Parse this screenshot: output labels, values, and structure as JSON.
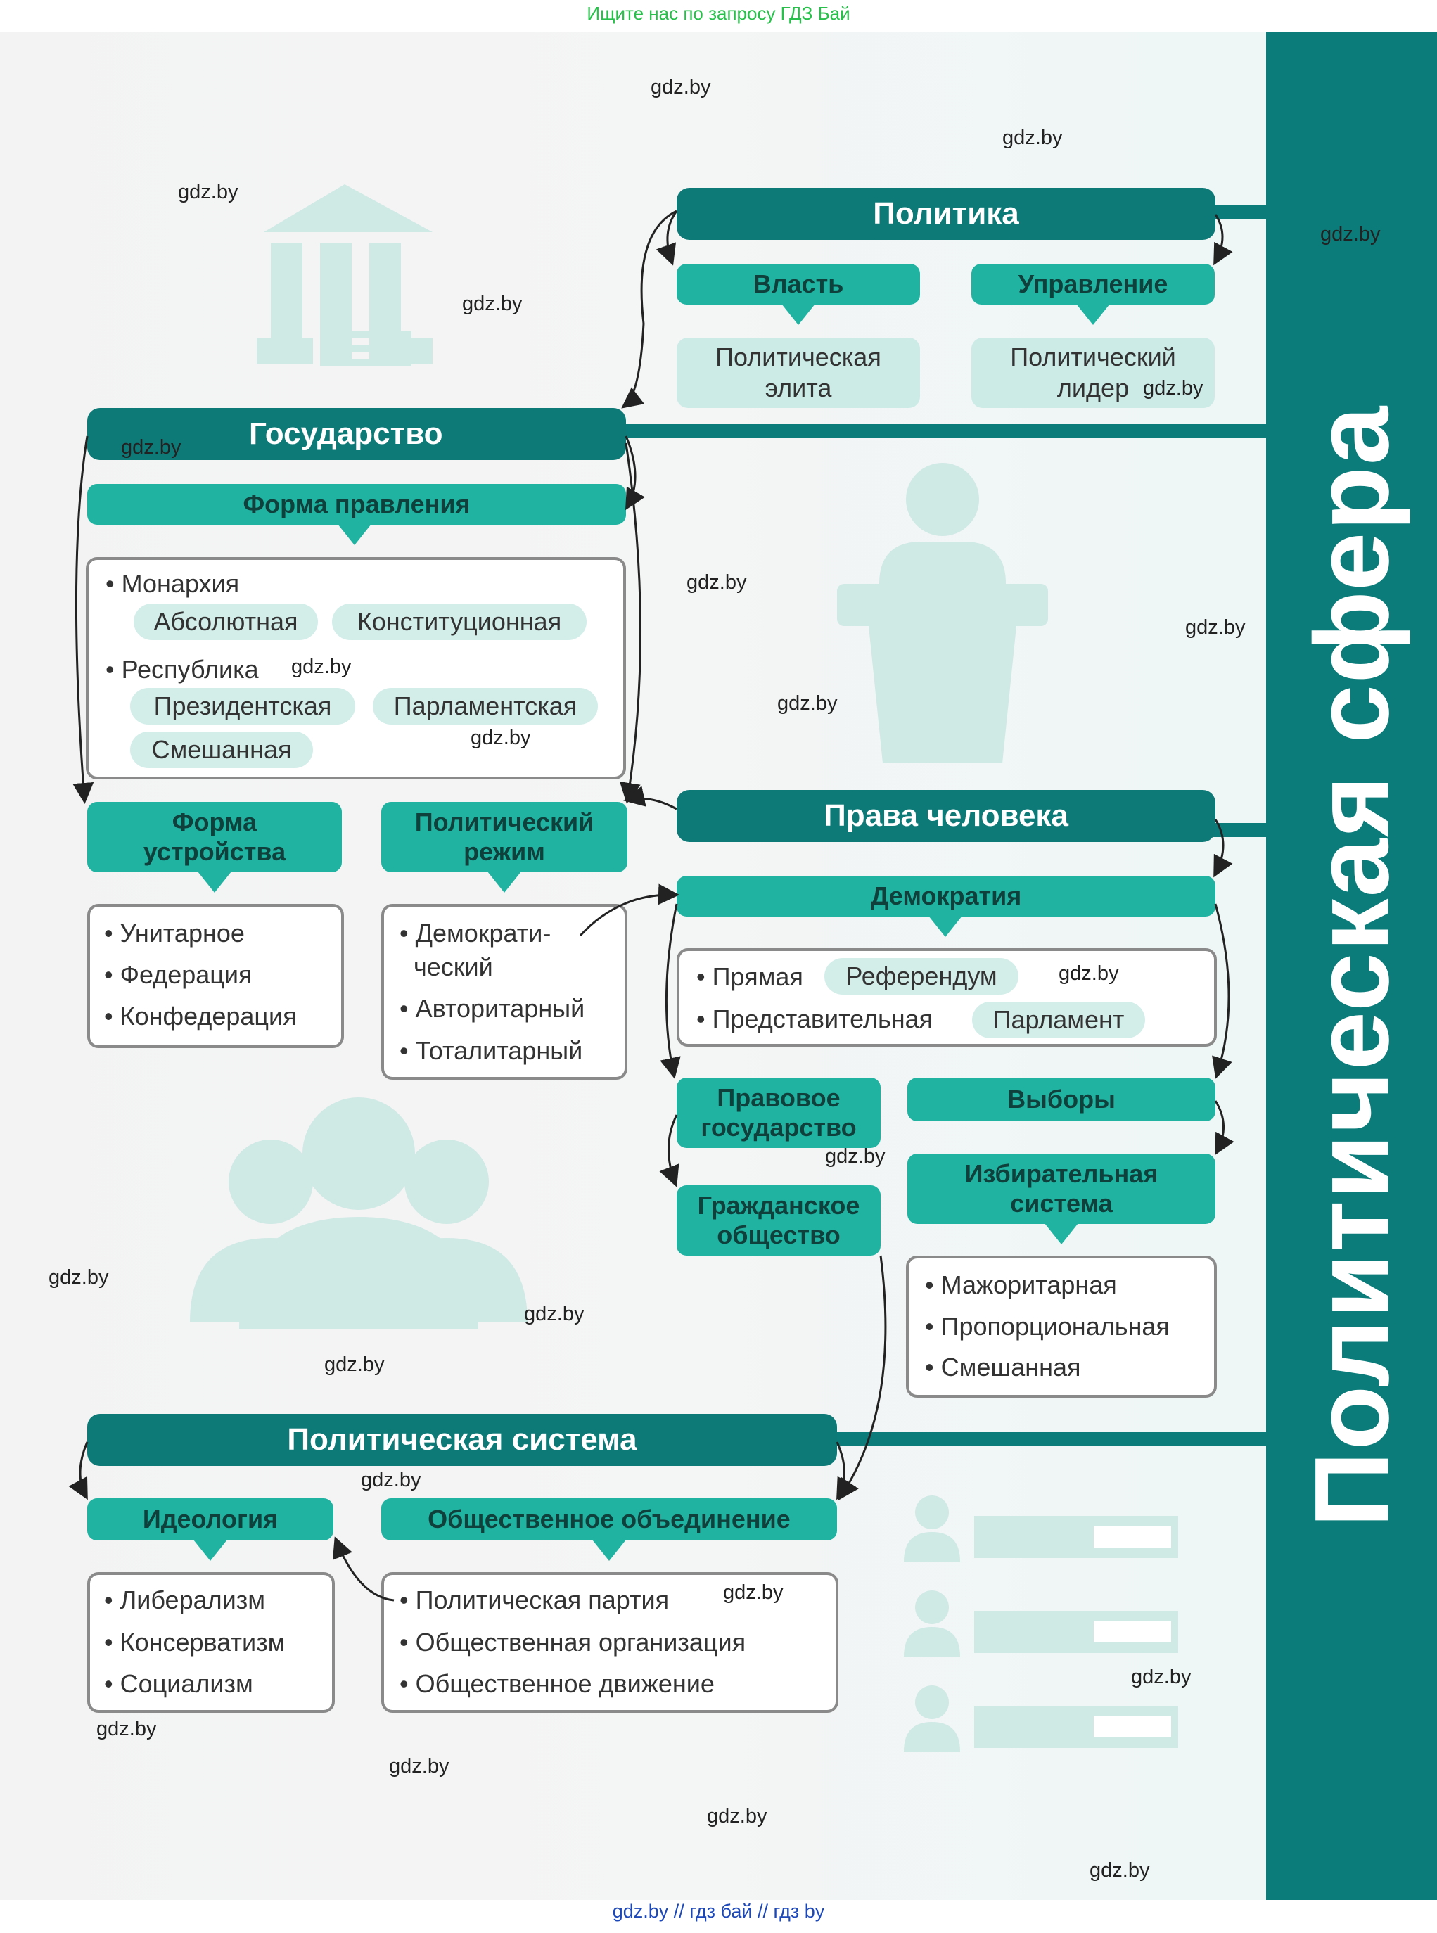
{
  "top_note": "Ищите нас по запросу ГДЗ Бай",
  "bottom_note": "gdz.by  //  гдз бай  //  гдз by",
  "side_title": "Политическая сфера",
  "watermark": "gdz.by",
  "politics": {
    "title": "Политика",
    "power": "Власть",
    "management": "Управление",
    "elite": "Политическая элита",
    "leader": "Политический лидер"
  },
  "state": {
    "title": "Государство",
    "form_gov": "Форма правления",
    "monarchy": "• Монархия",
    "absolute": "Абсолютная",
    "constitutional": "Конституционная",
    "republic": "• Республика",
    "presidential": "Президентская",
    "parliamentary": "Парламентская",
    "mixed": "Смешанная",
    "form_struct": "Форма устройства",
    "struct_items": [
      "• Унитарное",
      "• Федерация",
      "• Конфедерация"
    ],
    "regime": "Политический режим",
    "regime_items": [
      "• Демократи-",
      "  ческий",
      "• Авторитарный",
      "• Тоталитарный"
    ]
  },
  "rights": {
    "title": "Права человека",
    "democracy": "Демократия",
    "direct": "• Прямая",
    "referendum": "Референдум",
    "representative": "• Представительная",
    "parliament": "Парламент",
    "rule_of_law": "Правовое государство",
    "civil_society": "Гражданское общество",
    "elections": "Выборы",
    "electoral_system": "Избирательная система",
    "electoral_items": [
      "• Мажоритарная",
      "• Пропорциональная",
      "• Смешанная"
    ]
  },
  "system": {
    "title": "Политическая система",
    "ideology": "Идеология",
    "ideology_items": [
      "• Либерализм",
      "• Консерватизм",
      "• Социализм"
    ],
    "association": "Общественное объединение",
    "association_items": [
      "• Политическая партия",
      "• Общественная организация",
      "• Общественное движение"
    ]
  },
  "colors": {
    "dark_teal": "#0e7a78",
    "teal": "#21b3a2",
    "light_teal": "#ccebe6",
    "side_band": "#0b7c7a",
    "icon": "#cfe9e5"
  }
}
